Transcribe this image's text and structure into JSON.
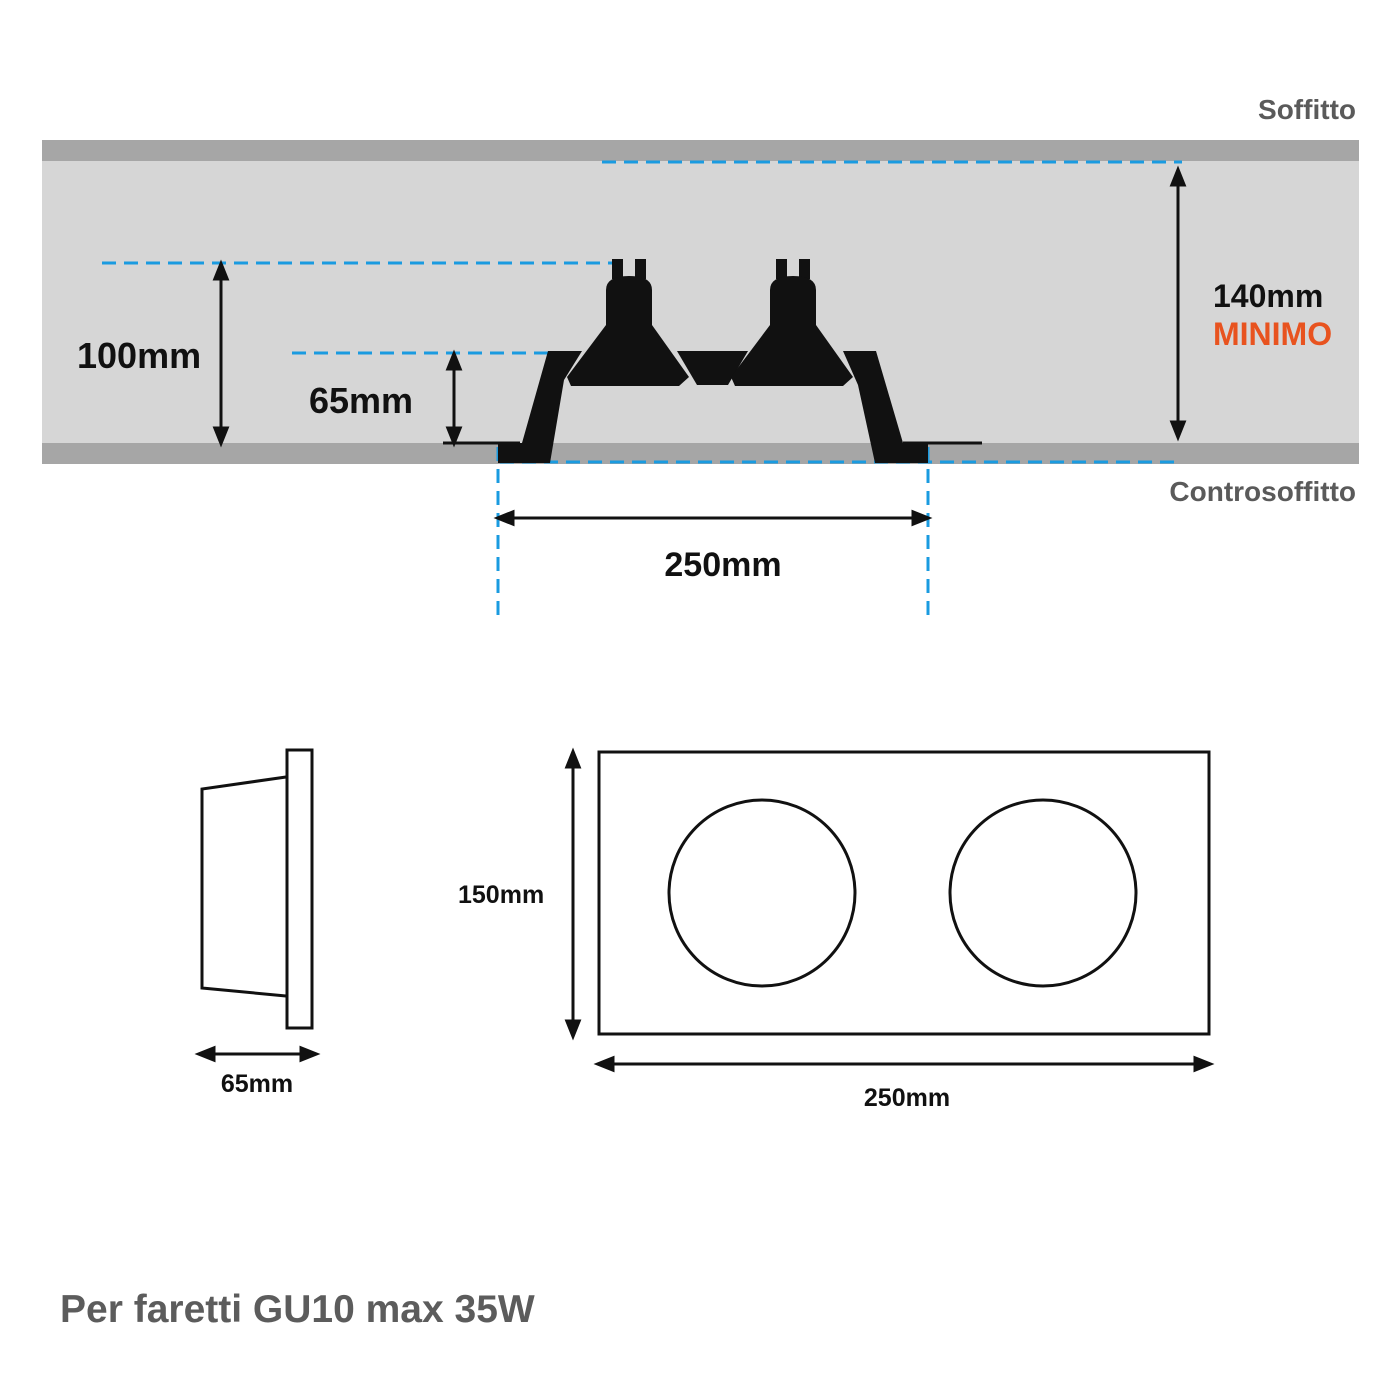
{
  "labels": {
    "ceiling": "Soffitto",
    "false_ceiling": "Controsoffitto",
    "depth_100": "100mm",
    "depth_65": "65mm",
    "min_height_value": "140mm",
    "min_height_note": "MINIMO",
    "cutout_width": "250mm",
    "side_depth": "65mm",
    "front_height": "150mm",
    "front_width": "250mm",
    "footer": "Per faretti GU10 max 35W"
  },
  "colors": {
    "slab": "#a6a6a6",
    "cavity": "#d6d6d6",
    "guide": "#1a9be0",
    "accent": "#e8531f",
    "ink": "#111111",
    "muted_text": "#5a5a5a"
  },
  "icons": {
    "bulb": "gu10-bulb-icon",
    "fixture": "recessed-fixture-icon"
  }
}
